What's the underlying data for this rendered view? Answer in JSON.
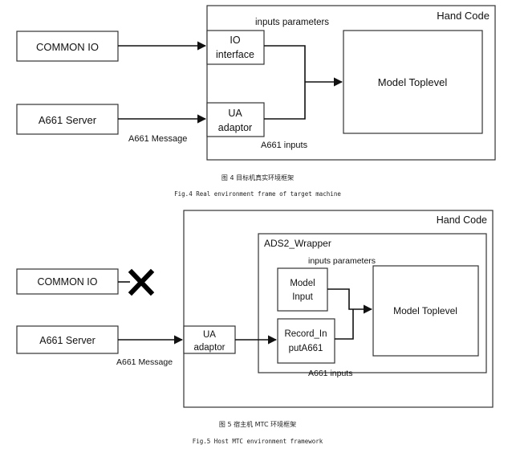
{
  "figure4": {
    "hand_code": "Hand Code",
    "inputs_parameters": "inputs parameters",
    "common_io": "COMMON IO",
    "a661_server": "A661 Server",
    "io_interface": [
      "IO",
      "interface"
    ],
    "ua_adaptor": [
      "UA",
      "adaptor"
    ],
    "model_toplevel": "Model Toplevel",
    "a661_message": "A661 Message",
    "a661_inputs": "A661 inputs",
    "caption_cn": "图 4 目标机真实环境框架",
    "caption_en": "Fig.4 Real environment frame of target machine"
  },
  "figure5": {
    "hand_code": "Hand Code",
    "ads2_wrapper": "ADS2_Wrapper",
    "inputs_parameters": "inputs parameters",
    "common_io": "COMMON IO",
    "a661_server": "A661 Server",
    "ua_adaptor": [
      "UA",
      "adaptor"
    ],
    "model_input": [
      "Model",
      "Input"
    ],
    "record_input": [
      "Record_In",
      "putA661"
    ],
    "model_toplevel": "Model Toplevel",
    "a661_message": "A661 Message",
    "a661_inputs": "A661 inputs",
    "caption_cn": "图 5 宿主机 MTC 环境框架",
    "caption_en": "Fig.5 Host MTC environment framework"
  }
}
